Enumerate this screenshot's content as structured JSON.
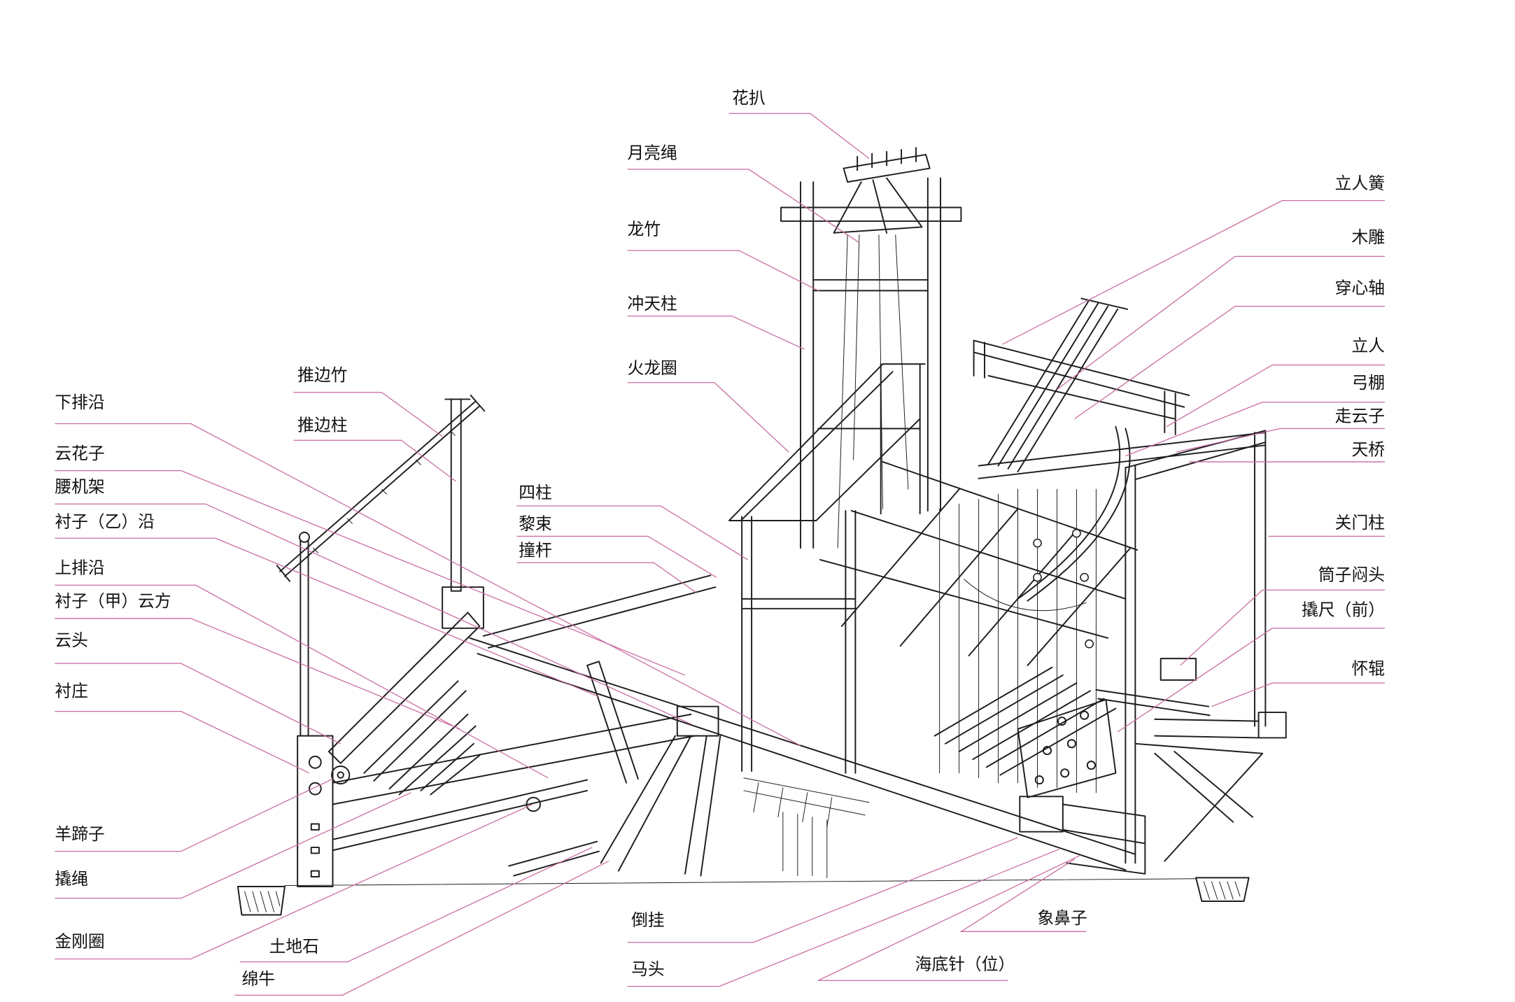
{
  "diagram": {
    "labels": {
      "center": [
        "花扒",
        "月亮绳",
        "龙竹",
        "冲天柱",
        "火龙圈",
        "四柱",
        "黎束",
        "撞杆"
      ],
      "left": [
        "推边竹",
        "推边柱",
        "下排沿",
        "云花子",
        "腰机架",
        "衬子（乙）沿",
        "上排沿",
        "衬子（甲）云方",
        "云头",
        "衬庄",
        "羊蹄子",
        "撬绳",
        "金刚圈"
      ],
      "bottom": [
        "土地石",
        "绵牛",
        "倒挂",
        "马头",
        "象鼻子",
        "海底针（位）"
      ],
      "right": [
        "立人簧",
        "木雕",
        "穿心轴",
        "立人",
        "弓棚",
        "走云子",
        "天桥",
        "关门柱",
        "筒子闷头",
        "撬尺（前）",
        "怀辊"
      ]
    }
  },
  "colors": {
    "background": "#ffffff",
    "drawing_ink": "#1e1e1e",
    "leader_line": "#c86aa0",
    "label_text": "#111111"
  }
}
